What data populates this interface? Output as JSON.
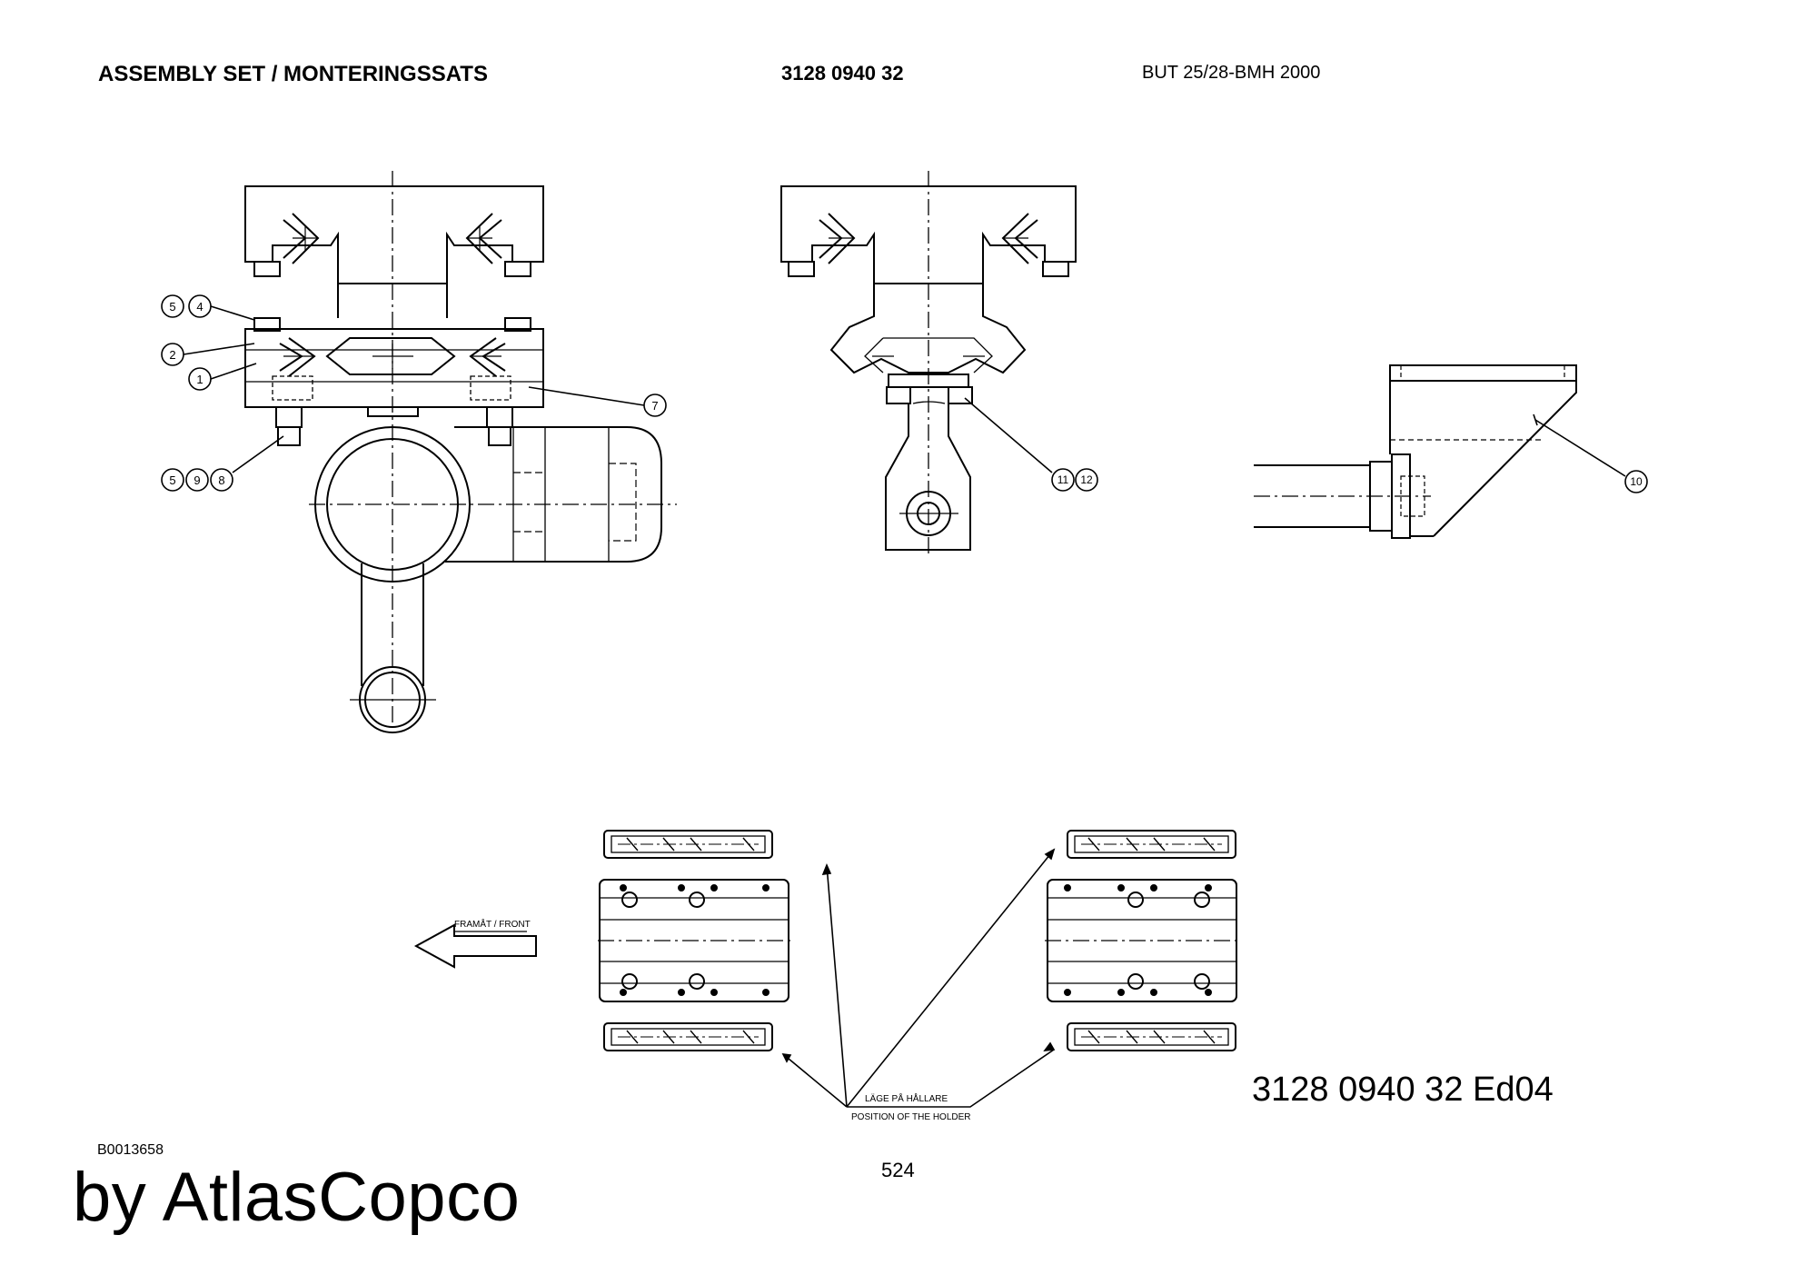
{
  "header": {
    "title": "ASSEMBLY SET / MONTERINGSSATS",
    "part_number": "3128 0940 32",
    "model": "BUT 25/28-BMH 2000"
  },
  "drawing": {
    "balloons": [
      "1",
      "2",
      "4",
      "5",
      "5",
      "7",
      "8",
      "9",
      "10",
      "11",
      "12"
    ],
    "front_label": "FRAMÅT / FRONT",
    "holder_label_line1": "LÄGE PÅ HÅLLARE",
    "holder_label_line2": "POSITION OF THE HOLDER"
  },
  "footer": {
    "part_edition": "3128 0940 32  Ed04",
    "document_id": "B0013658",
    "page_number": "524",
    "brand": "by AtlasCopco"
  }
}
